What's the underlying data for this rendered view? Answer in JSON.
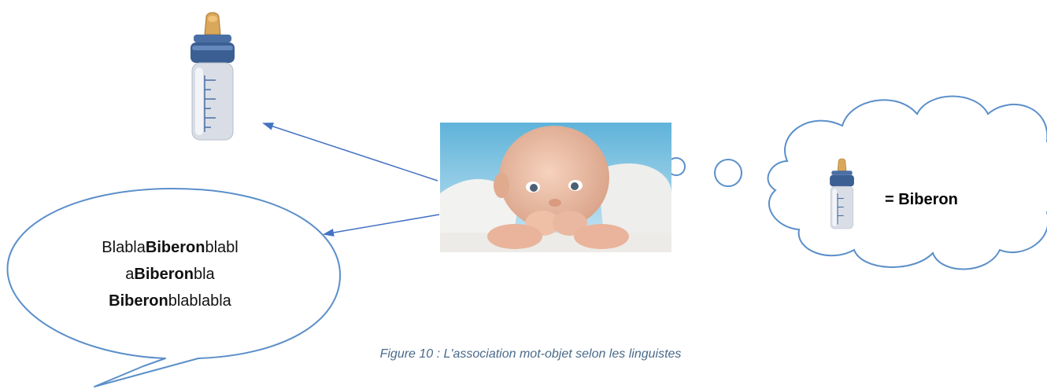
{
  "speech_bubble": {
    "line1_prefix": "Blabla",
    "line1_bold": "Biberon",
    "line1_suffix": "blabl",
    "line2_prefix": "a",
    "line2_bold": "Biberon",
    "line2_suffix": "bla",
    "line3_bold": "Biberon",
    "line3_suffix": "blablabla"
  },
  "thought_bubble": {
    "label": "= Biberon"
  },
  "caption": "Figure 10 : L'association mot-objet selon les linguistes",
  "colors": {
    "outline": "#4f86c6",
    "arrow": "#4472c4",
    "caption": "#4a6a8a"
  },
  "icons": [
    "baby-bottle-icon",
    "baby-photo",
    "thought-bubble",
    "speech-bubble"
  ]
}
